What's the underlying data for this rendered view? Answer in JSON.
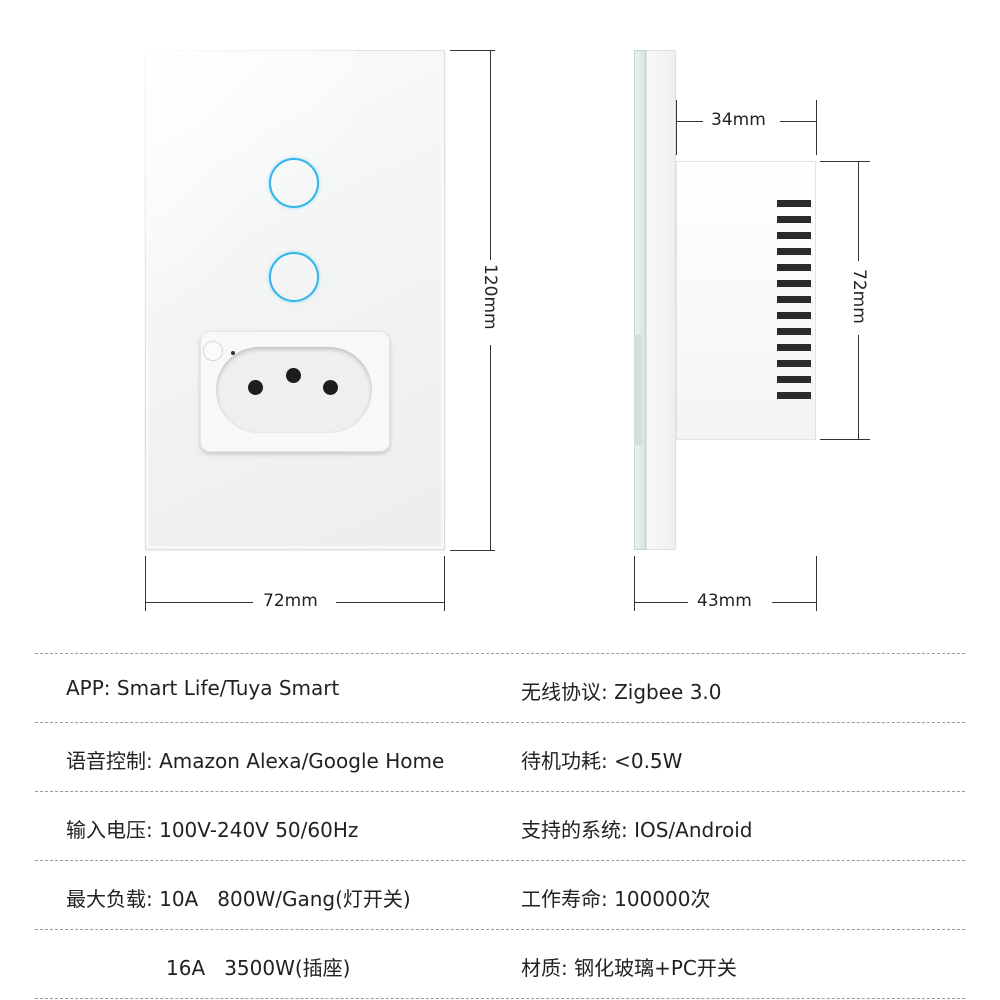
{
  "dimensions": {
    "front_width": "72mm",
    "front_height": "120mm",
    "side_depth_body": "34mm",
    "side_body_height": "72mm",
    "side_total_depth": "43mm"
  },
  "colors": {
    "touch_ring": "#2fb5ea",
    "pin": "#1d1d1d",
    "vent": "#2a2a2a"
  },
  "specs": [
    {
      "left": "APP: Smart Life/Tuya Smart",
      "right": "无线协议: Zigbee 3.0"
    },
    {
      "left": "语音控制: Amazon Alexa/Google Home",
      "right": "待机功耗: <0.5W"
    },
    {
      "left": "输入电压: 100V-240V 50/60Hz",
      "right": "支持的系统: IOS/Android"
    },
    {
      "left": "最大负载: 10A   800W/Gang(灯开关)",
      "right": "工作寿命: 100000次"
    },
    {
      "left": "16A   3500W(插座)",
      "right": "材质: 钢化玻璃+PC开关"
    }
  ]
}
